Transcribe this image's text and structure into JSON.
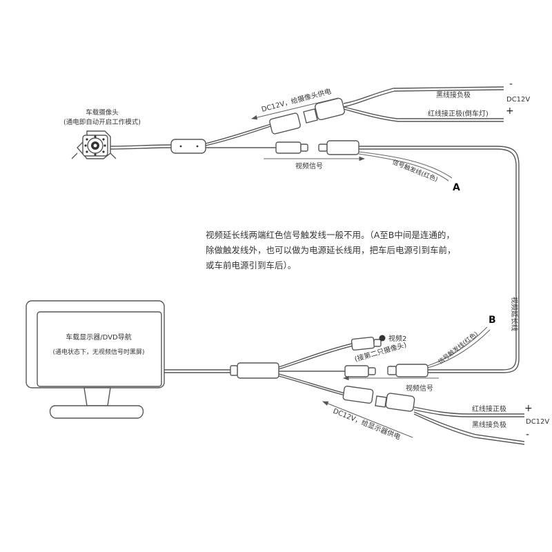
{
  "camera": {
    "title": "车载摄像头",
    "subtitle": "(通电即自动开启工作模式)"
  },
  "monitor": {
    "title": "车载显示器/DVD导航",
    "subtitle": "(通电状态下，无视频信号时黑屏)"
  },
  "top": {
    "power_arrow_label": "DC12V，给摄像头供电",
    "video_arrow_label": "视频信号",
    "black_wire_label": "黑线接负极",
    "red_wire_label": "红线接正极(倒车灯)",
    "voltage": "DC12V",
    "minus": "-",
    "plus": "+",
    "trigger_label": "信号触发线(红色)",
    "point": "A"
  },
  "extension_label": "视频延长线",
  "note": {
    "line1": "视频延长线两端红色信号触发线一般不用。（A至B中间是连通的，",
    "line2": "除做触发线外，也可以做为电源延长线用，把车后电源引到车前，",
    "line3": "或车前电源引到车后）。"
  },
  "bottom": {
    "video2_label": "视频2",
    "second_camera_label": "(接第二只摄像头)",
    "trigger_label": "信号触发线(红色)",
    "point": "B",
    "video_arrow_label": "视频信号",
    "red_wire_label": "红线接正极",
    "black_wire_label": "黑线接负极",
    "voltage": "DC12V",
    "plus": "+",
    "minus": "-",
    "power_arrow_label": "DC12V，给显示器供电"
  }
}
